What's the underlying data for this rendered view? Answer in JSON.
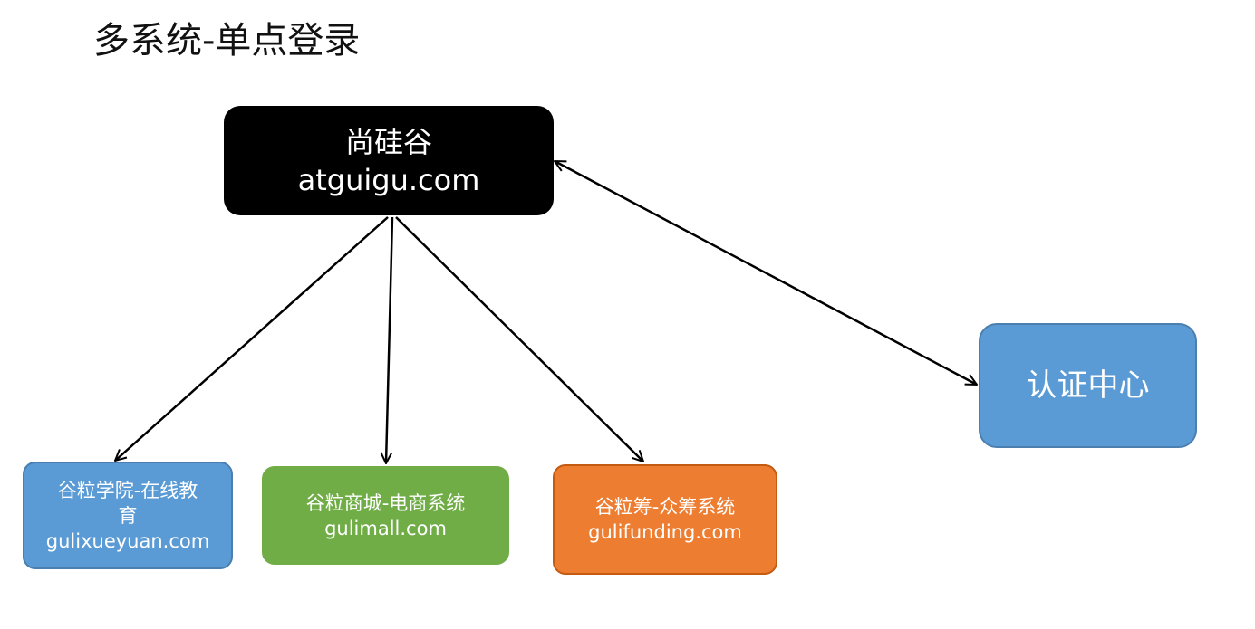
{
  "page": {
    "title": "多系统-单点登录"
  },
  "nodes": {
    "main": {
      "name": "尚硅谷",
      "domain": "atguigu.com",
      "fill": "#000000"
    },
    "auth": {
      "name": "认证中心",
      "fill": "#5b9bd5",
      "border": "#4a7fb0"
    },
    "xueyuan": {
      "name_line1": "谷粒学院-在线教",
      "name_line2": "育",
      "domain": "gulixueyuan.com",
      "fill": "#5b9bd5",
      "border": "#4a7fb0"
    },
    "mall": {
      "name": "谷粒商城-电商系统",
      "domain": "gulimall.com",
      "fill": "#70ad47",
      "border": "#70ad47"
    },
    "funding": {
      "name": "谷粒筹-众筹系统",
      "domain": "gulifunding.com",
      "fill": "#ed7d31",
      "border": "#c55a11"
    }
  },
  "edges": [
    {
      "from": "main",
      "to": "xueyuan",
      "direction": "forward"
    },
    {
      "from": "main",
      "to": "mall",
      "direction": "forward"
    },
    {
      "from": "main",
      "to": "funding",
      "direction": "forward"
    },
    {
      "from": "main",
      "to": "auth",
      "direction": "both"
    }
  ]
}
